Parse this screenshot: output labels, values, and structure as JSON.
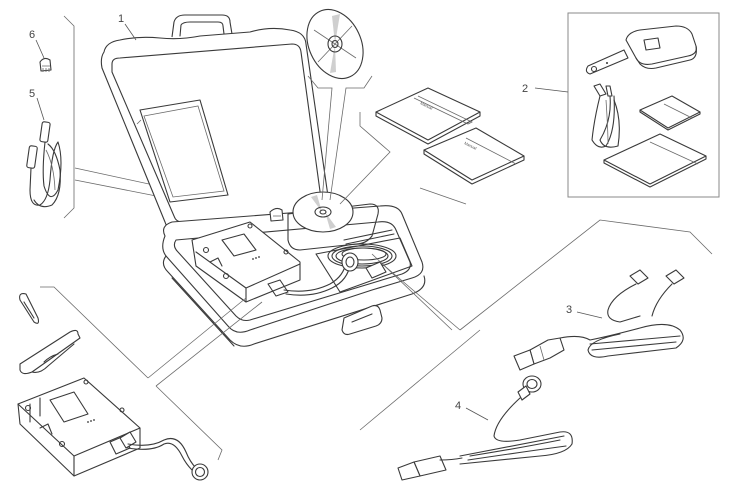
{
  "diagram": {
    "type": "exploded-parts-diagram",
    "subject": "Diagnostic kit in carrying case",
    "callouts": [
      {
        "number": "1",
        "part": "carrying-case"
      },
      {
        "number": "2",
        "part": "handheld-unit-kit"
      },
      {
        "number": "3",
        "part": "y-split-cable"
      },
      {
        "number": "4",
        "part": "diagnostic-connector-cable"
      },
      {
        "number": "5",
        "part": "usb-cable"
      },
      {
        "number": "6",
        "part": "adapter-cap"
      }
    ],
    "unlabeled_parts": [
      "software-cd",
      "manual-booklets",
      "diagnostic-interface-unit",
      "carabiner-clip",
      "strap"
    ]
  }
}
